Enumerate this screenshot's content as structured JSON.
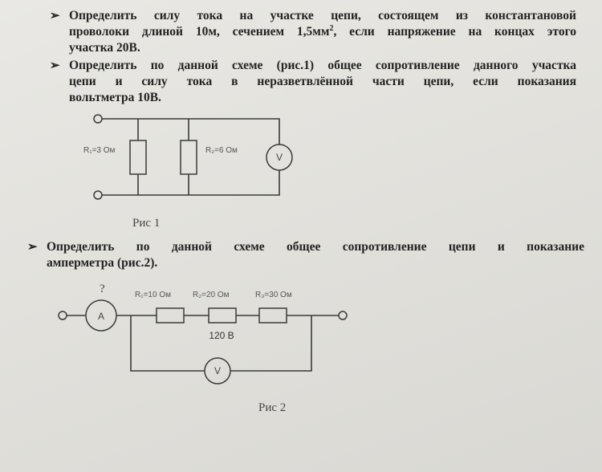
{
  "tasks": [
    {
      "bullet": "➢",
      "lines": [
        "Определить силу тока на участке цепи, состоящем из константановой",
        "проволоки длиной 10м, сечением 1,5мм",
        "2",
        ", если напряжение на концах этого",
        "участка 20В."
      ]
    },
    {
      "bullet": "➢",
      "lines": [
        "Определить по данной схеме (рис.1) общее сопротивление данного участка",
        "цепи и силу тока в неразветвлённой части цепи, если показания",
        "вольтметра 10В."
      ]
    },
    {
      "bullet": "➢",
      "lines": [
        "Определить по данной схеме общее сопротивление цепи и показание",
        "амперметра (рис.2)."
      ]
    }
  ],
  "fig1": {
    "r1_label": "R₁=3 Ом",
    "r2_label": "R₂=6 Ом",
    "voltmeter": "V",
    "caption": "Рис 1"
  },
  "fig2": {
    "question_mark": "?",
    "ammeter": "A",
    "r1_label": "R₁=10 Ом",
    "r2_label": "R₂=20 Ом",
    "r3_label": "R₃=30 Ом",
    "voltage": "120 В",
    "voltmeter": "V",
    "caption": "Рис 2"
  }
}
